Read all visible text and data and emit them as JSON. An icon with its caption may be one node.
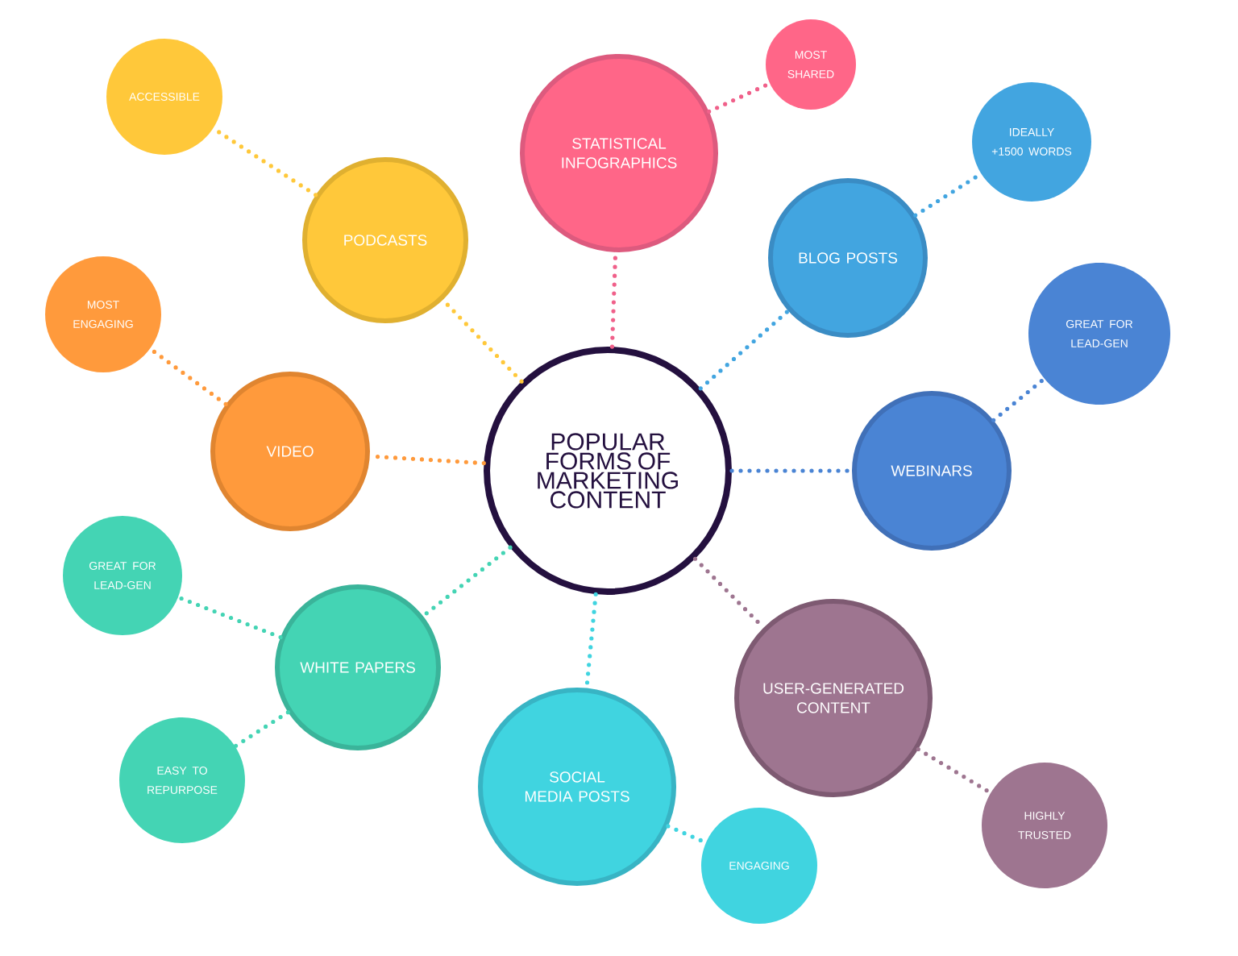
{
  "diagram": {
    "nodes": [
      {
        "text": [
          "POPULAR FORMS OF MARKETING CONTENT"
        ]
      },
      {
        "text": [
          "STATISTICAL INFOGRAPHICS"
        ]
      },
      {
        "text": [
          "MOST SHARED"
        ]
      },
      {
        "text": [
          "BLOG POSTS"
        ]
      },
      {
        "text": [
          "IDEALLY +1500 WORDS"
        ]
      },
      {
        "text": [
          "WEBINARS"
        ]
      },
      {
        "text": [
          "GREAT FOR LEAD-GEN"
        ]
      },
      {
        "text": [
          "USER-GENERATED CONTENT"
        ]
      },
      {
        "text": [
          "HIGHLY TRUSTED"
        ]
      },
      {
        "text": [
          "SOCIAL MEDIA POSTS"
        ]
      },
      {
        "text": [
          "ENGAGING"
        ]
      },
      {
        "text": [
          "WHITE PAPERS"
        ]
      },
      {
        "text": [
          "GREAT FOR LEAD-GEN"
        ]
      },
      {
        "text": [
          "EASY TO REPURPOSE"
        ]
      },
      {
        "text": [
          "VIDEO"
        ]
      },
      {
        "text": [
          "MOST ENGAGING"
        ]
      },
      {
        "text": [
          "PODCASTS"
        ]
      },
      {
        "text": [
          "ACCESSIBLE"
        ]
      }
    ],
    "edges": [
      {
        "from": 0,
        "to": 1,
        "arrow": "none",
        "color": "#f0608a"
      },
      {
        "from": 1,
        "to": 2,
        "arrow": "none",
        "color": "#f0608a"
      },
      {
        "from": 0,
        "to": 3,
        "arrow": "none",
        "color": "#42a5e0"
      },
      {
        "from": 3,
        "to": 4,
        "arrow": "none",
        "color": "#42a5e0"
      },
      {
        "from": 0,
        "to": 5,
        "arrow": "none",
        "color": "#4a84d4"
      },
      {
        "from": 5,
        "to": 6,
        "arrow": "none",
        "color": "#4a84d4"
      },
      {
        "from": 0,
        "to": 7,
        "arrow": "none",
        "color": "#9e7590"
      },
      {
        "from": 7,
        "to": 8,
        "arrow": "none",
        "color": "#9e7590"
      },
      {
        "from": 0,
        "to": 9,
        "arrow": "none",
        "color": "#40d4e0"
      },
      {
        "from": 9,
        "to": 10,
        "arrow": "none",
        "color": "#40d4e0"
      },
      {
        "from": 0,
        "to": 11,
        "arrow": "none",
        "color": "#44d4b4"
      },
      {
        "from": 11,
        "to": 12,
        "arrow": "none",
        "color": "#44d4b4"
      },
      {
        "from": 11,
        "to": 13,
        "arrow": "none",
        "color": "#44d4b4"
      },
      {
        "from": 0,
        "to": 14,
        "arrow": "none",
        "color": "#ff9a3c"
      },
      {
        "from": 14,
        "to": 15,
        "arrow": "none",
        "color": "#ff9a3c"
      },
      {
        "from": 0,
        "to": 16,
        "arrow": "none",
        "color": "#ffc83a"
      },
      {
        "from": 16,
        "to": 17,
        "arrow": "none",
        "color": "#ffc83a"
      }
    ]
  }
}
